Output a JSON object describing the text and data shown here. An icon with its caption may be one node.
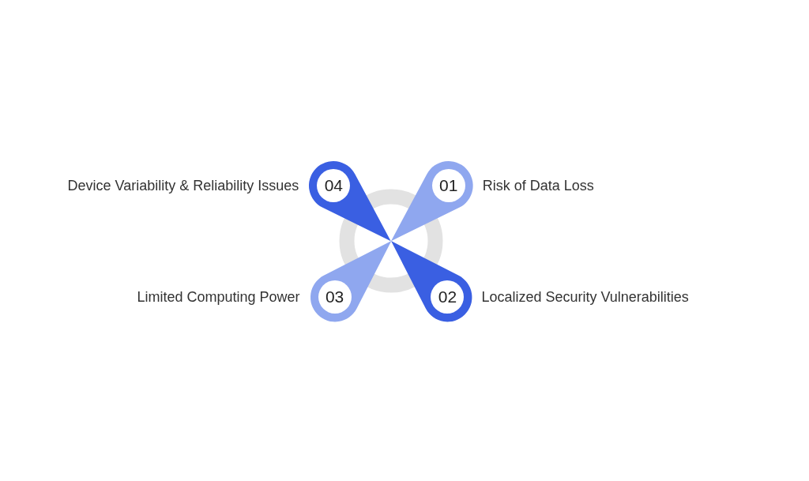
{
  "diagram": {
    "nodes": [
      {
        "text": [
          "01"
        ],
        "beside": [
          "Risk of Data Loss"
        ]
      },
      {
        "text": [
          "02"
        ],
        "beside": [
          "Localized Security Vulnerabilities"
        ]
      },
      {
        "text": [
          "03"
        ],
        "beside": [
          "Limited Computing Power"
        ]
      },
      {
        "text": [
          "04"
        ],
        "beside": [
          "Device Variability & Reliability Issues"
        ]
      }
    ]
  }
}
